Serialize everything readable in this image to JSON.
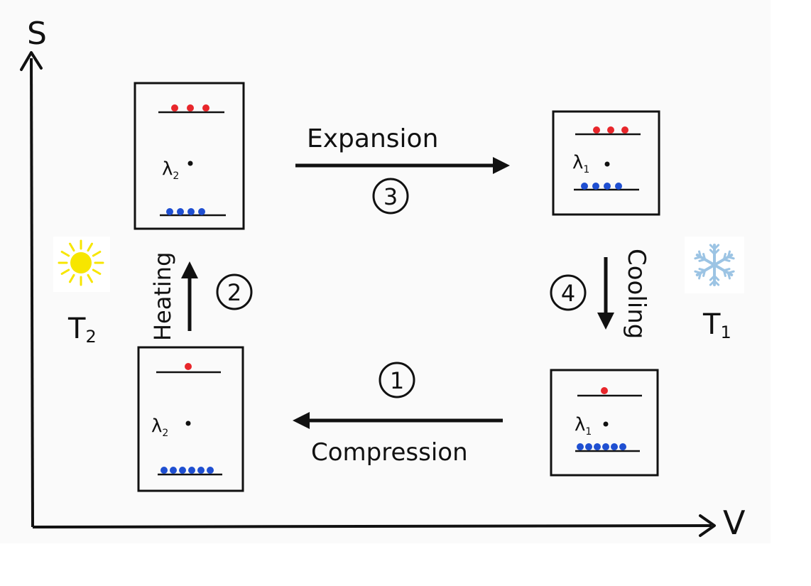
{
  "axes": {
    "y_label": "S",
    "x_label": "V"
  },
  "temperatures": {
    "hot": {
      "label": "T",
      "sub": "2",
      "icon": "sun-icon",
      "color": "#f7e600"
    },
    "cold": {
      "label": "T",
      "sub": "1",
      "icon": "snowflake-icon",
      "color": "#9cc4e4"
    }
  },
  "steps": [
    {
      "number": "1",
      "label": "Compression"
    },
    {
      "number": "2",
      "label": "Heating"
    },
    {
      "number": "3",
      "label": "Expansion"
    },
    {
      "number": "4",
      "label": "Cooling"
    }
  ],
  "boxes": {
    "top_left": {
      "lambda": "λ",
      "sub": "2",
      "upper_dots": 3,
      "lower_dots": 4
    },
    "top_right": {
      "lambda": "λ",
      "sub": "1",
      "upper_dots": 3,
      "lower_dots": 4
    },
    "bottom_left": {
      "lambda": "λ",
      "sub": "2",
      "upper_dots": 1,
      "lower_dots": 6
    },
    "bottom_right": {
      "lambda": "λ",
      "sub": "1",
      "upper_dots": 1,
      "lower_dots": 6
    }
  },
  "colors": {
    "upper_dot": "#e8262b",
    "lower_dot": "#1f4fd1",
    "ink": "#111111"
  }
}
